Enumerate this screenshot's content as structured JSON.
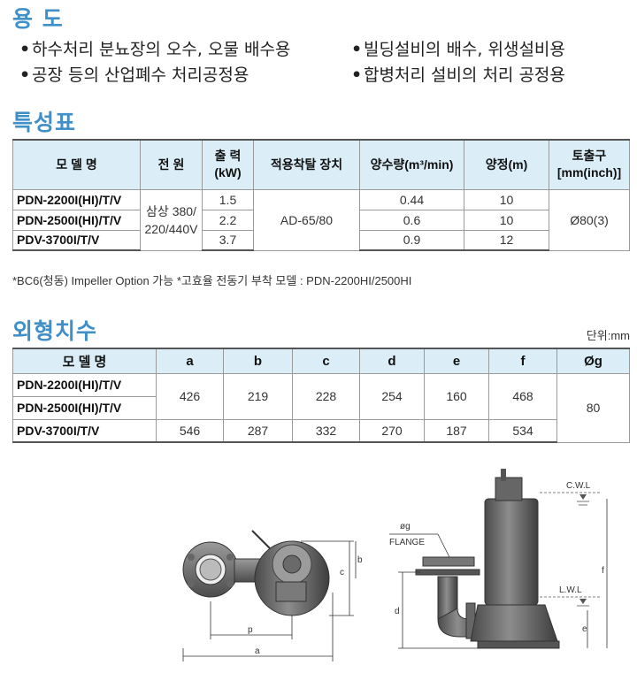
{
  "usage": {
    "title": "용 도",
    "items": [
      "하수처리 분뇨장의 오수, 오물 배수용",
      "빌딩설비의 배수, 위생설비용",
      "공장 등의 산업폐수 처리공정용",
      "합병처리 설비의 처리 공정용"
    ]
  },
  "spec": {
    "title": "특성표",
    "headers": {
      "model": "모 델 명",
      "power": "전 원",
      "output": "출 력",
      "output_unit": "(kW)",
      "coupling": "적용착탈 장치",
      "flow": "양수량(m³/min)",
      "head": "양정(m)",
      "outlet": "토출구",
      "outlet_unit": "[mm(inch)]"
    },
    "power_line1": "삼상 380/",
    "power_line2": "220/440V",
    "coupling_value": "AD-65/80",
    "outlet_value": "Ø80(3)",
    "rows": [
      {
        "model": "PDN-2200I(HI)/T/V",
        "output": "1.5",
        "flow": "0.44",
        "head": "10"
      },
      {
        "model": "PDN-2500I(HI)/T/V",
        "output": "2.2",
        "flow": "0.6",
        "head": "10"
      },
      {
        "model": "PDV-3700I/T/V",
        "output": "3.7",
        "flow": "0.9",
        "head": "12"
      }
    ],
    "note": "*BC6(청동) Impeller Option 가능   *고효율 전동기 부착 모델 : PDN-2200HI/2500HI"
  },
  "dims": {
    "title": "외형치수",
    "unit": "단위:mm",
    "headers": [
      "모 델 명",
      "a",
      "b",
      "c",
      "d",
      "e",
      "f",
      "Øg"
    ],
    "rows_a": {
      "models": [
        "PDN-2200I(HI)/T/V",
        "PDN-2500I(HI)/T/V"
      ],
      "values": [
        "426",
        "219",
        "228",
        "254",
        "160",
        "468"
      ]
    },
    "row_b": {
      "model": "PDV-3700I/T/V",
      "values": [
        "546",
        "287",
        "332",
        "270",
        "187",
        "534"
      ]
    },
    "g_value": "80"
  },
  "diagram": {
    "labels": {
      "a": "a",
      "b": "b",
      "c": "c",
      "d": "d",
      "e": "e",
      "f": "f",
      "p": "p",
      "g": "øg",
      "flange": "FLANGE",
      "cwl": "C.W.L",
      "lwl": "L.W.L"
    }
  }
}
